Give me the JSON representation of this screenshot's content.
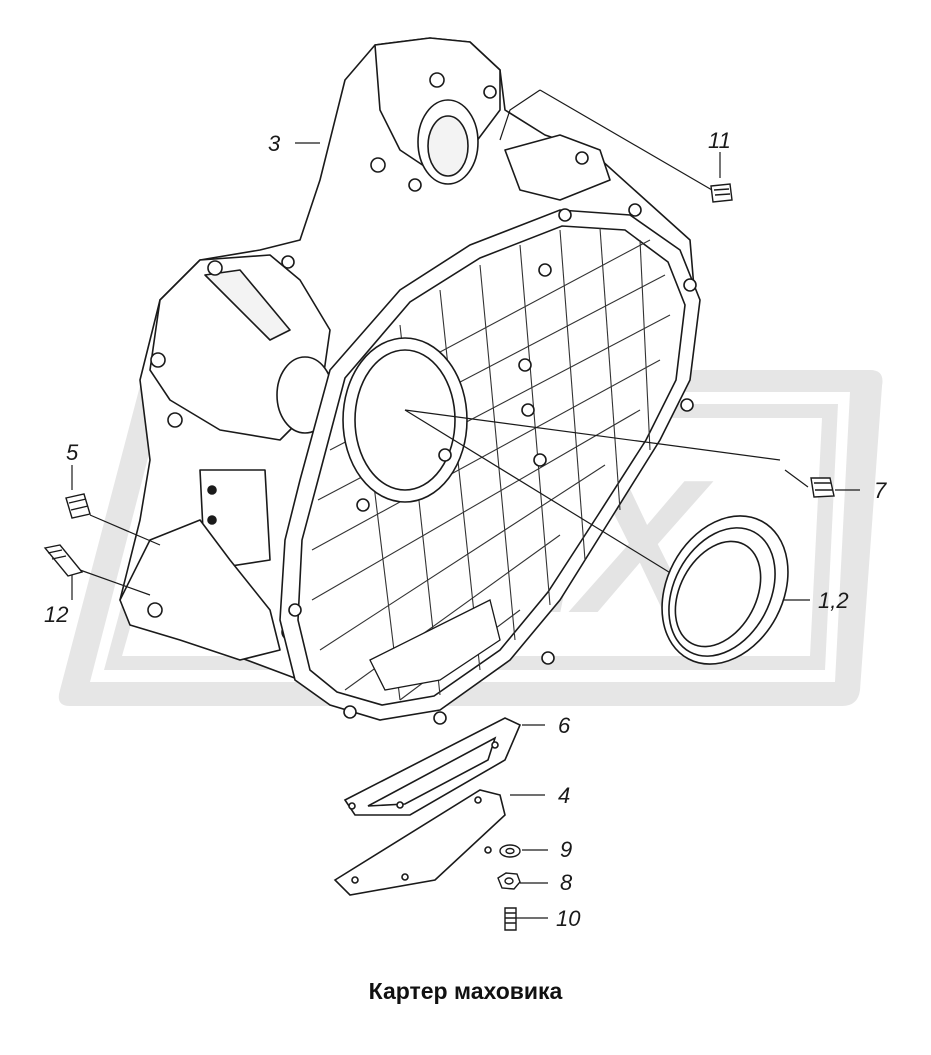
{
  "caption": "Картер маховика",
  "watermark": {
    "text": "OPEX",
    "color": "#e4e4e4"
  },
  "colors": {
    "line": "#1a1a1a",
    "fill": "#ffffff",
    "rib": "#333333"
  },
  "labels": {
    "p1_2": "1,2",
    "p3": "3",
    "p4": "4",
    "p5": "5",
    "p6": "6",
    "p7": "7",
    "p8": "8",
    "p9": "9",
    "p10": "10",
    "p11": "11",
    "p12": "12"
  }
}
